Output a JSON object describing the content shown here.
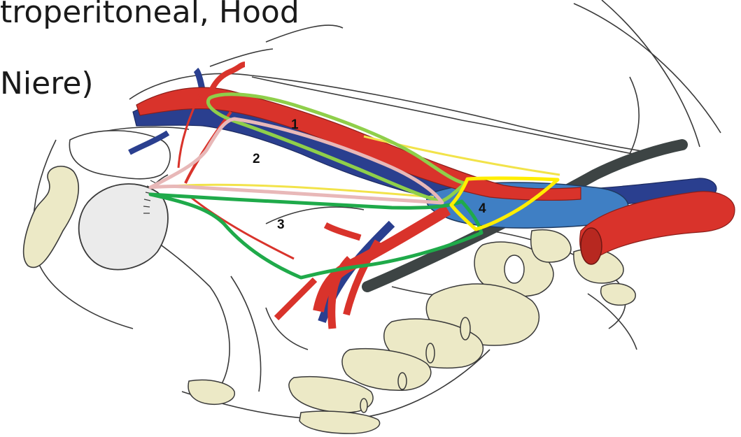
{
  "slide": {
    "line1": "troperitoneal, Hood",
    "line2": "Niere)"
  },
  "figure": {
    "region_labels": [
      "1",
      "2",
      "3",
      "4"
    ]
  },
  "colors": {
    "artery": "#d9332b",
    "vein": "#2a3f8f",
    "bladder_blue": "#3f7fc4",
    "bone": "#ece9c6",
    "outline": "#3a3a3a",
    "region1": "#8fcf4a",
    "region2": "#e8b8b8",
    "region3": "#1faa4a",
    "region4": "#ffee00",
    "dark_tube": "#3d4444"
  }
}
